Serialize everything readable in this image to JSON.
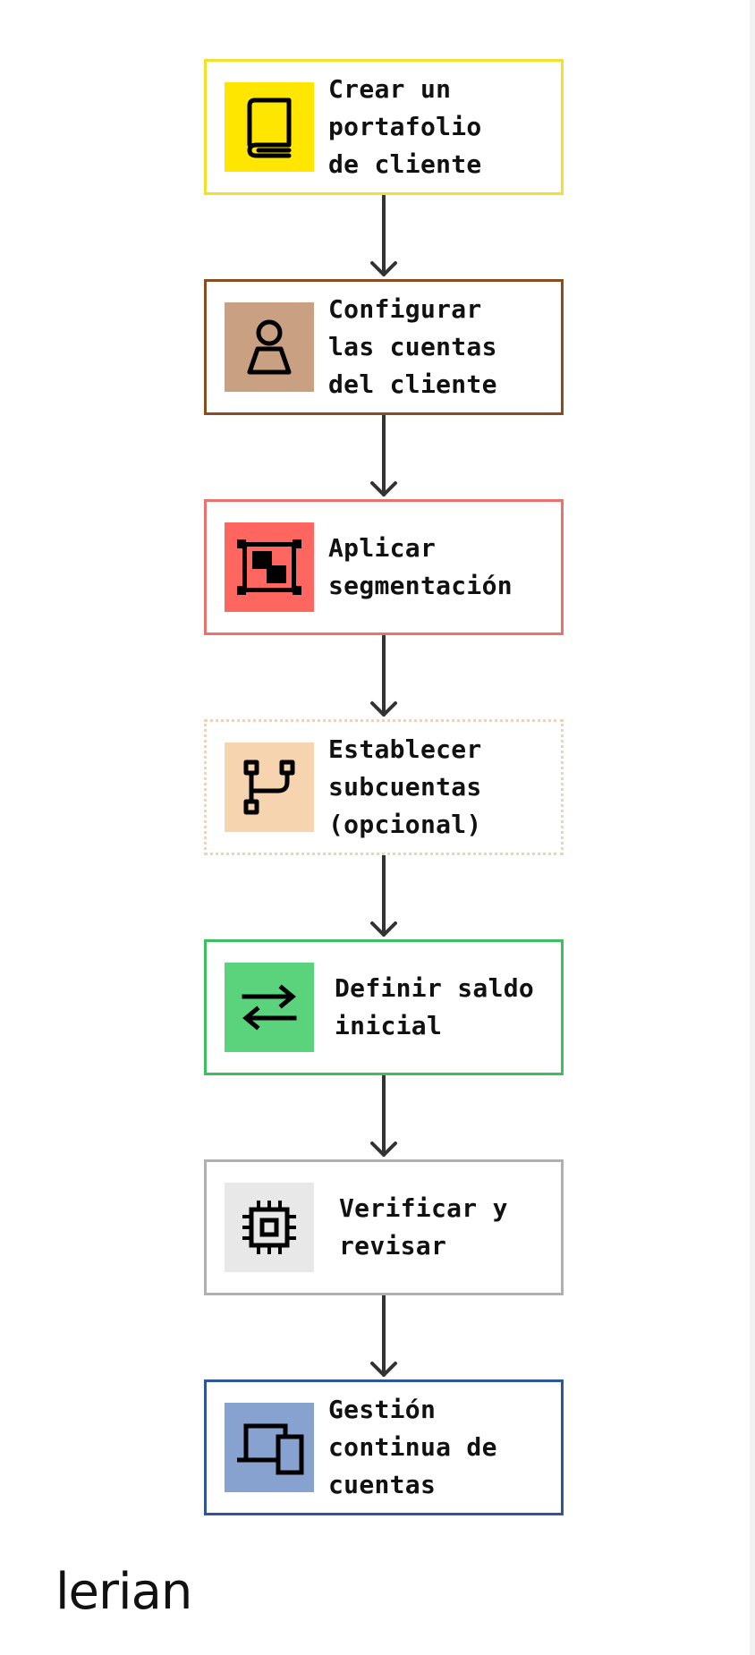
{
  "steps": [
    {
      "label": "Crear un\nportafolio\nde cliente",
      "border_color": "#f2e02a",
      "border_style": "solid",
      "icon_bg": "#ffe600",
      "icon": "book-icon"
    },
    {
      "label": "Configurar\nlas cuentas\ndel cliente",
      "border_color": "#8a4d1f",
      "border_style": "solid",
      "icon_bg": "#c9a182",
      "icon": "user-icon"
    },
    {
      "label": "Aplicar\nsegmentación",
      "border_color": "#e8736c",
      "border_style": "solid",
      "icon_bg": "#ff6660",
      "icon": "segmentation-icon"
    },
    {
      "label": "Establecer\nsubcuentas\n(opcional)",
      "border_color": "#f3d2b0",
      "border_style": "dotted",
      "icon_bg": "#f7d4b0",
      "icon": "branch-icon"
    },
    {
      "label": "Definir saldo\ninicial",
      "border_color": "#3ebf5f",
      "border_style": "solid",
      "icon_bg": "#5ad37c",
      "icon": "transfer-arrows-icon"
    },
    {
      "label": "Verificar y\nrevisar",
      "border_color": "#b0b0b0",
      "border_style": "solid",
      "icon_bg": "#e8e8e8",
      "icon": "chip-icon"
    },
    {
      "label": "Gestión\ncontinua de\ncuentas",
      "border_color": "#2f559c",
      "border_style": "solid",
      "icon_bg": "#87a2cf",
      "icon": "devices-icon"
    }
  ],
  "arrow_color": "#333333",
  "logo": "lerian"
}
